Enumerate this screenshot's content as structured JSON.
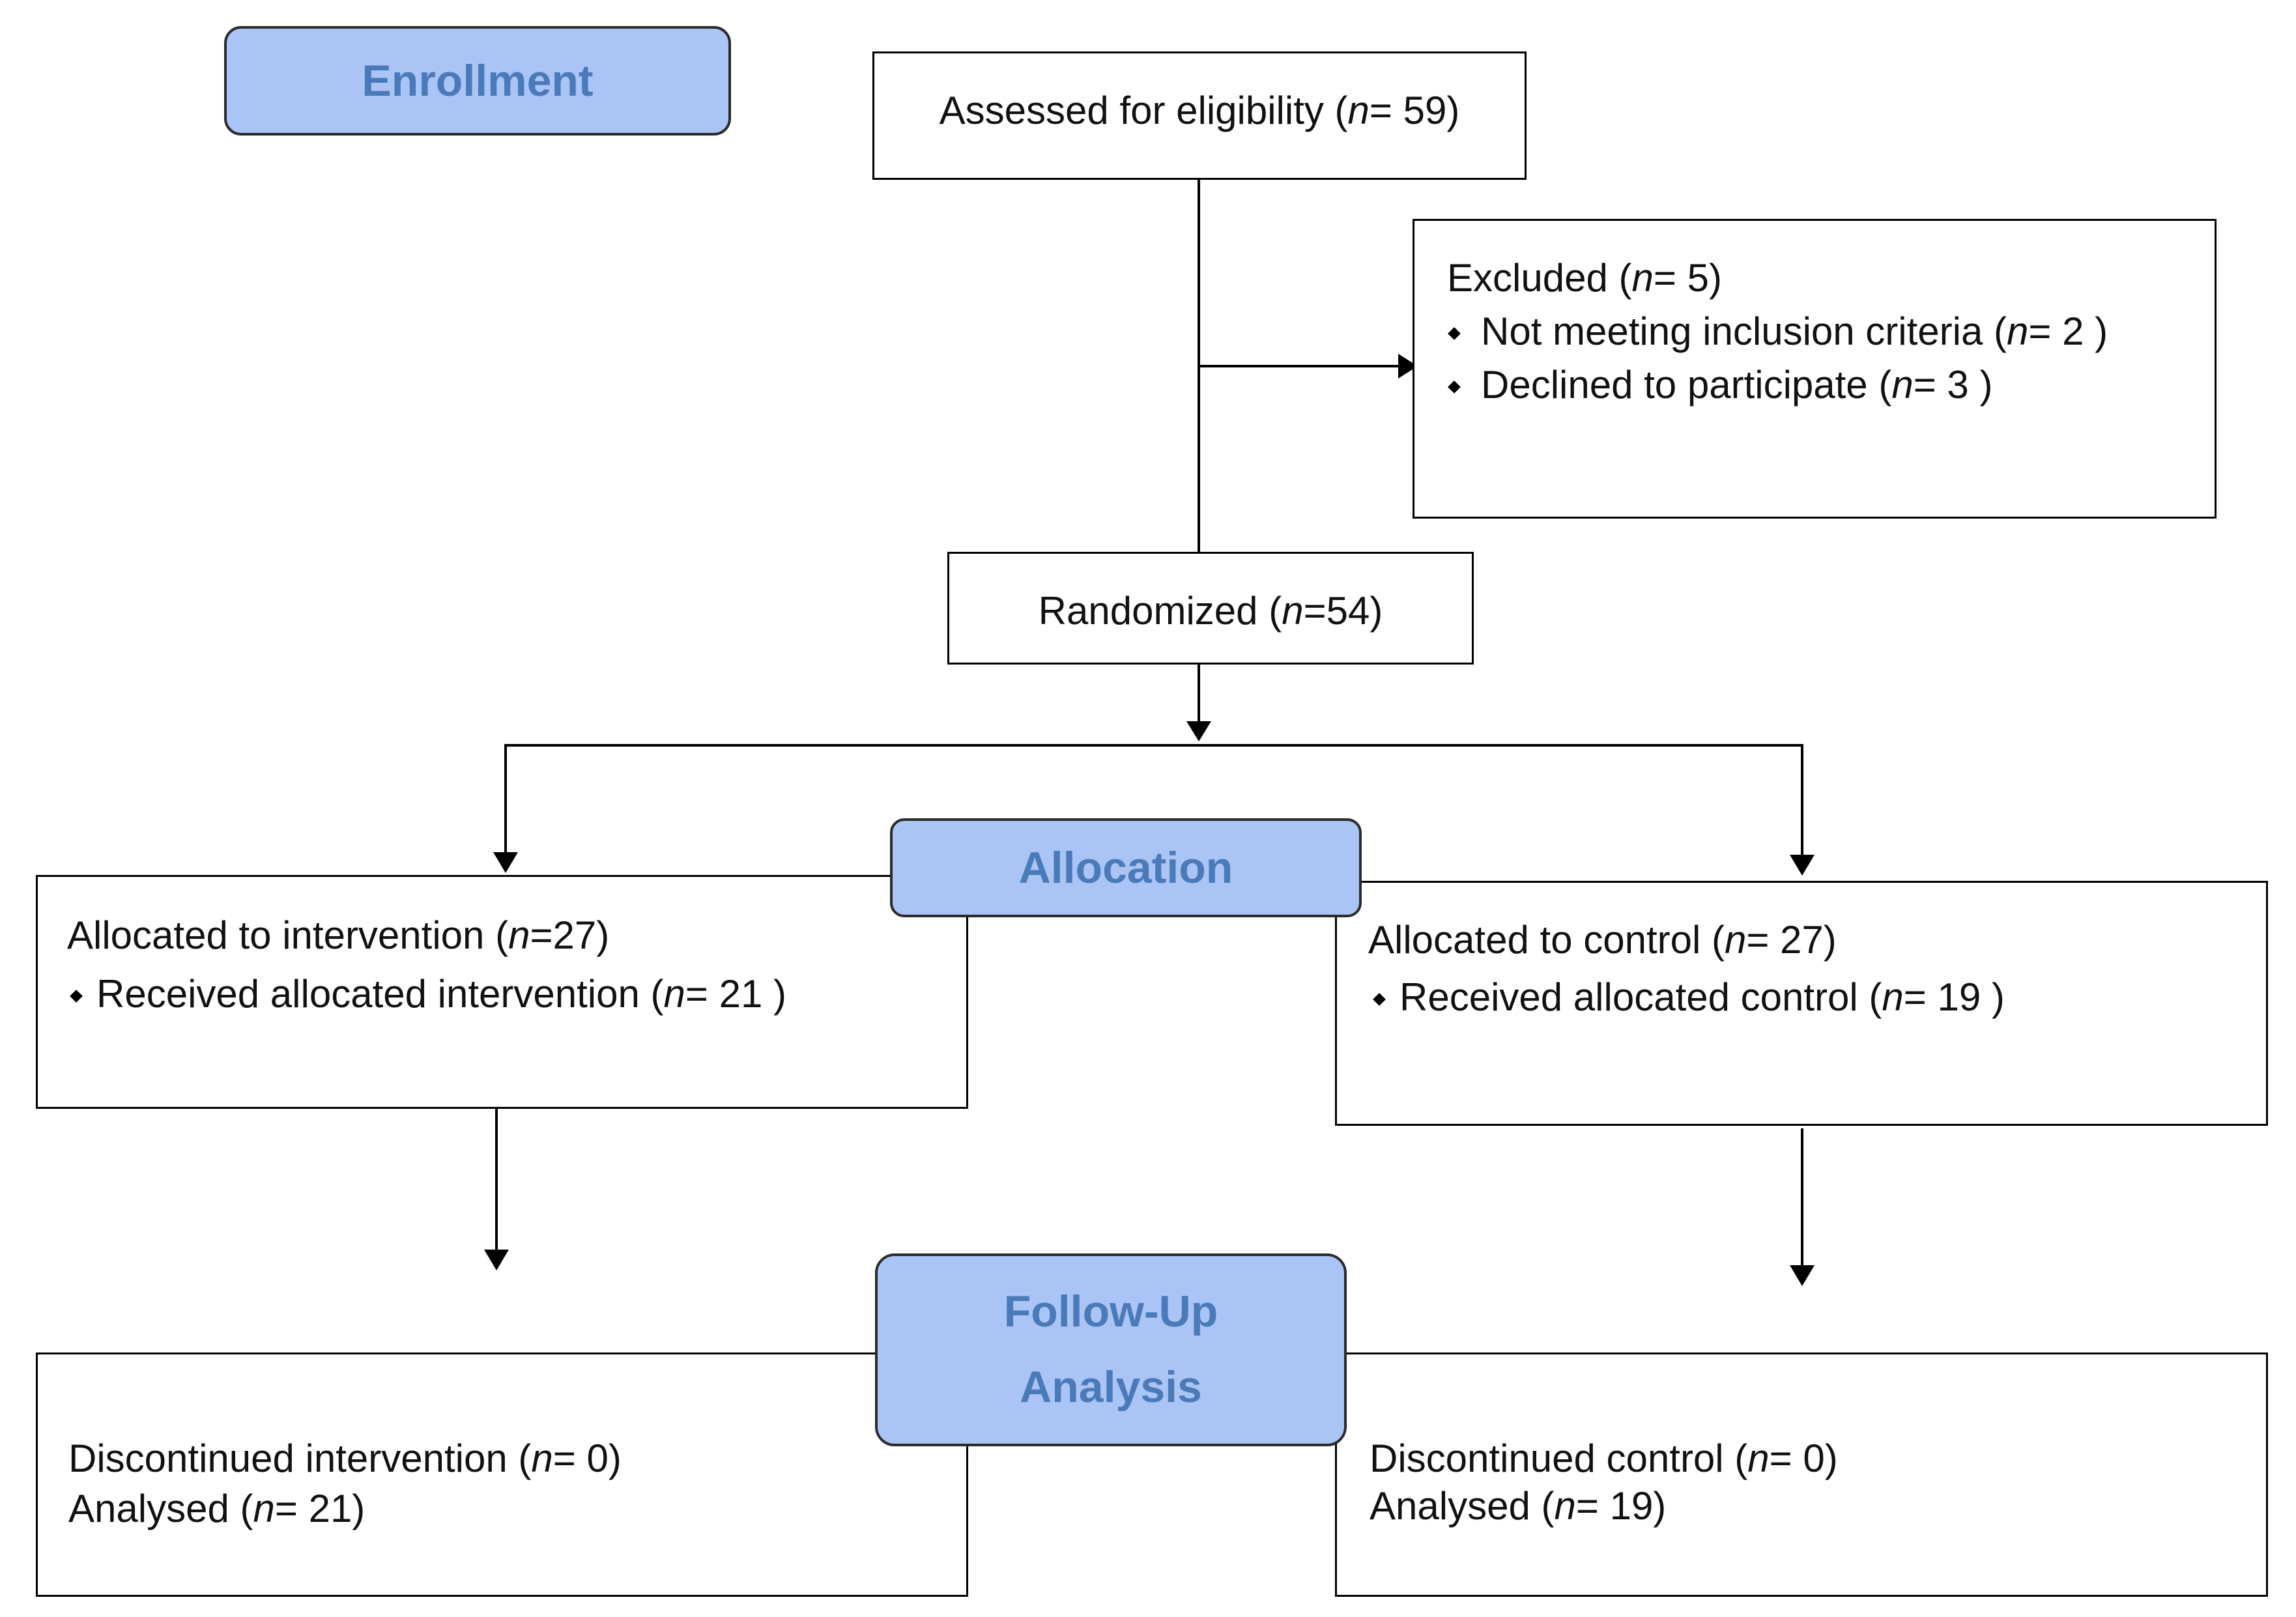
{
  "stages": {
    "enrollment": "Enrollment",
    "allocation": "Allocation",
    "followup_line1": "Follow-Up",
    "followup_line2": "Analysis"
  },
  "assessed": {
    "label": "Assessed for eligibility (",
    "n_prefix": "n",
    "n_value": "= 59)"
  },
  "excluded": {
    "title": {
      "label": "Excluded (",
      "n_prefix": "n",
      "n_value": "= 5)"
    },
    "items": [
      {
        "label": "Not meeting inclusion criteria (",
        "n_prefix": "n",
        "n_value": "= 2 )"
      },
      {
        "label": "Declined to participate (",
        "n_prefix": "n",
        "n_value": "= 3 )"
      }
    ]
  },
  "randomized": {
    "label": "Randomized (",
    "n_prefix": "n",
    "n_value": "=54)"
  },
  "intervention": {
    "allocated": {
      "label": "Allocated to intervention (",
      "n_prefix": "n",
      "n_value": "=27)"
    },
    "received": {
      "label": "Received allocated intervention (",
      "n_prefix": "n",
      "n_value": "= 21 )"
    },
    "discontinued": {
      "label": "Discontinued intervention (",
      "n_prefix": "n",
      "n_value": "= 0)"
    },
    "analysed": {
      "label": "Analysed (",
      "n_prefix": "n",
      "n_value": "= 21)"
    }
  },
  "control": {
    "allocated": {
      "label": "Allocated to control (",
      "n_prefix": "n",
      "n_value": "= 27)"
    },
    "received": {
      "label": "Received allocated control (",
      "n_prefix": "n",
      "n_value": "= 19 )"
    },
    "discontinued": {
      "label": "Discontinued control (",
      "n_prefix": "n",
      "n_value": "= 0)"
    },
    "analysed": {
      "label": "Analysed (",
      "n_prefix": "n",
      "n_value": "= 19)"
    }
  }
}
